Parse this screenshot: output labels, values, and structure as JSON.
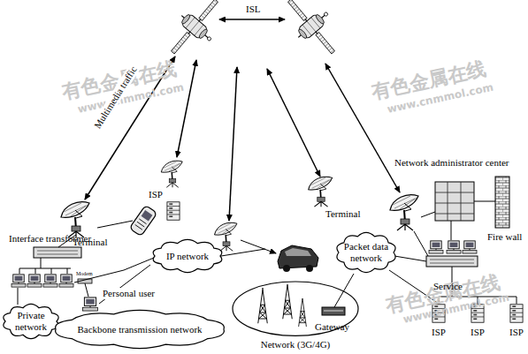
{
  "diagram": {
    "nodes": [
      {
        "text": [
          "Private network"
        ]
      },
      {
        "text": [
          "IP network"
        ]
      },
      {
        "text": [
          "Backbone transmission network"
        ]
      },
      {
        "text": [
          "Packet data network"
        ]
      },
      {
        "text": [
          "Network (3G/4G)"
        ]
      }
    ],
    "labels": [
      "ISL",
      "Multimedia traffic",
      "Terminal",
      "ISP",
      "Terminal",
      "Network administrator center",
      "Fire wall",
      "Service",
      "Interface transformer",
      "Personal user",
      "Modem",
      "Gateway",
      "ISP",
      "ISP",
      "ISP",
      "有色金属在线",
      "www.cnmmol.com",
      "有色金属在线",
      "www.cnmmol.com",
      "有色金属在线",
      "www.cnmmol.com"
    ]
  }
}
